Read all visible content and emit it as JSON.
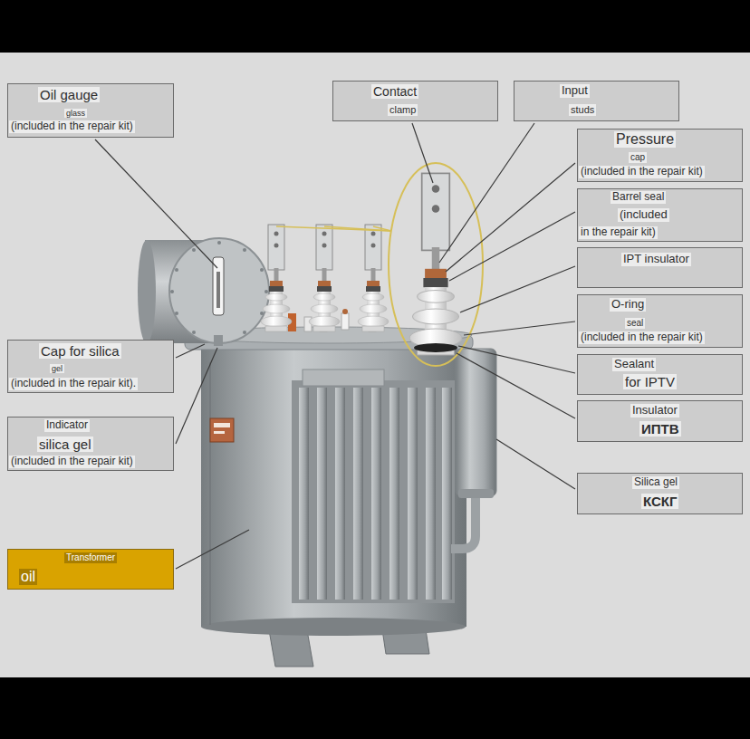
{
  "diagram": {
    "nodes": [
      {
        "text": [
          "Oil gauge",
          "glass",
          "(included in the repair kit)"
        ]
      },
      {
        "text": [
          "Contact",
          "clamp"
        ]
      },
      {
        "text": [
          "Input",
          "studs"
        ]
      },
      {
        "text": [
          "Pressure",
          "cap",
          "(included in the repair kit)"
        ]
      },
      {
        "text": [
          "Barrel seal",
          "(included",
          "in the repair kit)"
        ]
      },
      {
        "text": [
          "IPT insulator"
        ]
      },
      {
        "text": [
          "O-ring",
          "seal",
          "(included in the repair kit)"
        ]
      },
      {
        "text": [
          "Sealant",
          "for IPTV"
        ]
      },
      {
        "text": [
          "Insulator",
          "ИПТВ"
        ]
      },
      {
        "text": [
          "Cap for silica",
          "gel",
          "(included in the repair kit)."
        ]
      },
      {
        "text": [
          "Indicator",
          "silica gel",
          "(included in the repair kit)"
        ]
      },
      {
        "text": [
          "Silica gel",
          "КСКГ"
        ]
      },
      {
        "text": [
          "Transformer",
          "oil"
        ]
      }
    ]
  }
}
